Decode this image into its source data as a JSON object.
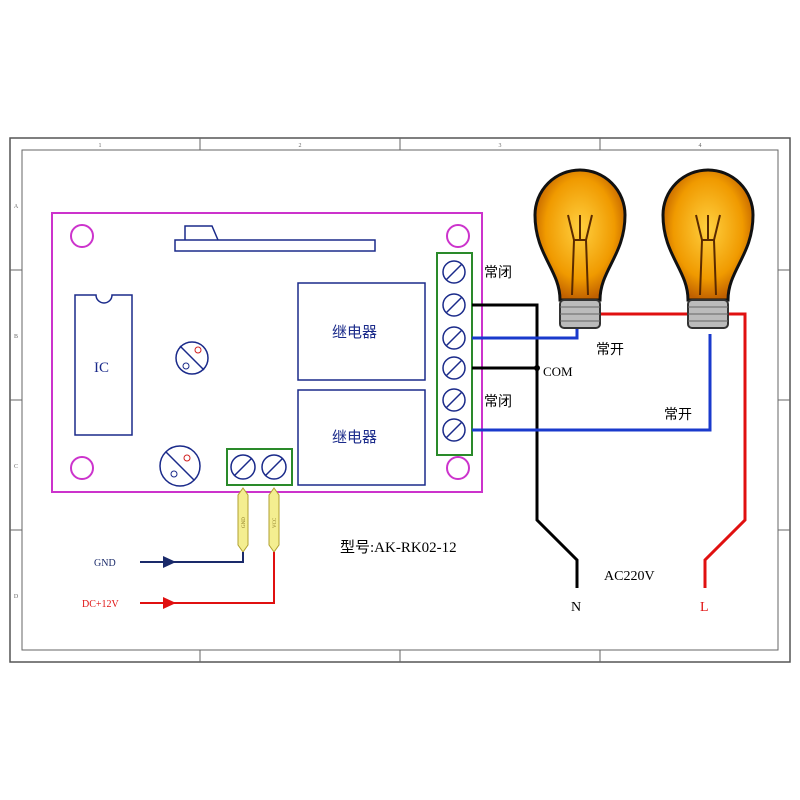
{
  "border": {
    "columns": [
      "1",
      "2",
      "3",
      "4"
    ],
    "rows": [
      "A",
      "B",
      "C",
      "D"
    ]
  },
  "board": {
    "ic_label": "IC",
    "relay1_label": "继电器",
    "relay2_label": "继电器",
    "pin_gnd": "GND",
    "pin_vcc": "VCC"
  },
  "labels": {
    "nc1": "常闭",
    "no1": "常开",
    "com": "COM",
    "nc2": "常闭",
    "no2": "常开",
    "model": "型号:AK-RK02-12",
    "gnd": "GND",
    "dc12v": "DC+12V",
    "ac220v": "AC220V",
    "neutral": "N",
    "live": "L"
  },
  "colors": {
    "board": "#cc33cc",
    "terminal": "#2a8a2a",
    "component": "#1a2a8a",
    "neutral_wire": "#000000",
    "signal_wire": "#1a3acc",
    "live_wire": "#e01010",
    "bulb": "#f0a000"
  }
}
